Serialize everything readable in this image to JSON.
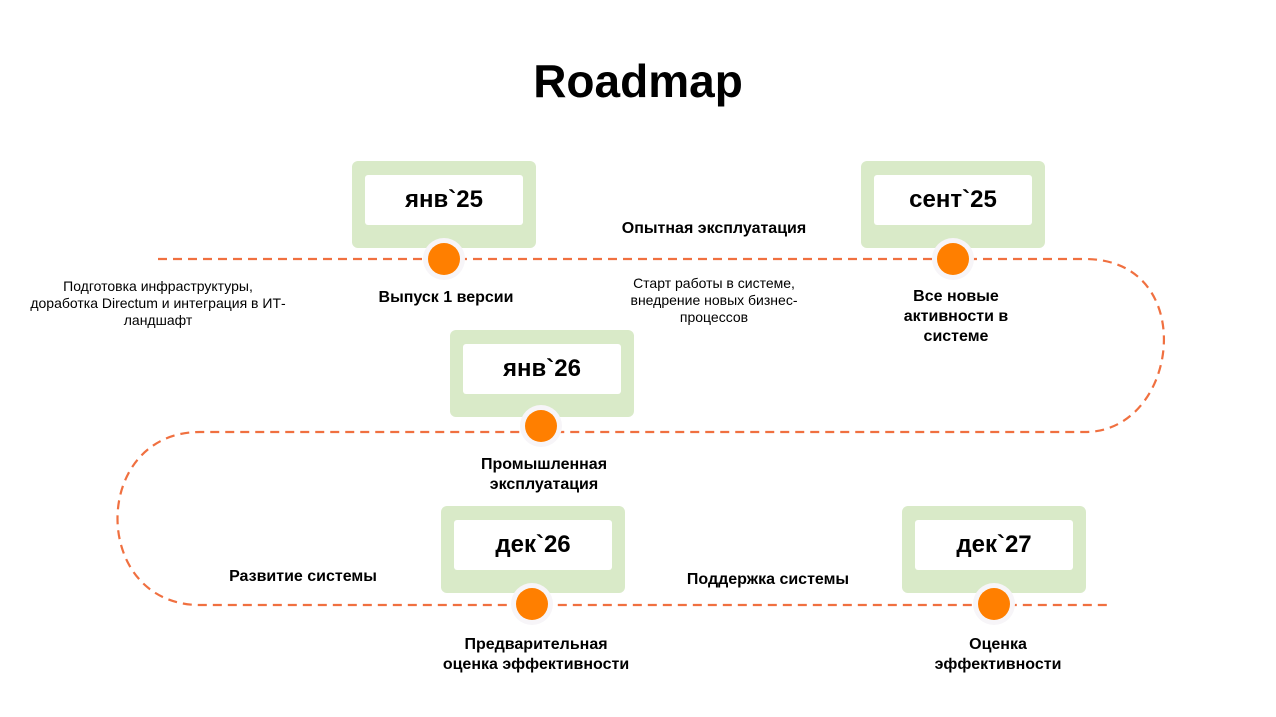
{
  "title": "Roadmap",
  "colors": {
    "path": "#f07040",
    "dot": "#ff7f00",
    "box": "#d9eac8"
  },
  "milestones": [
    {
      "date": "янв`25",
      "label": "Выпуск 1 версии"
    },
    {
      "date": "сент`25",
      "label": "Все новые активности в системе"
    },
    {
      "date": "янв`26",
      "label": "Промышленная эксплуатация"
    },
    {
      "date": "дек`26",
      "label": "Предварительная оценка эффективности"
    },
    {
      "date": "дек`27",
      "label": "Оценка эффективности"
    }
  ],
  "phases": [
    {
      "name": "Опытная эксплуатация"
    },
    {
      "name": "Развитие системы"
    },
    {
      "name": "Поддержка системы"
    }
  ],
  "notes": [
    "Подготовка инфраструктуры, доработка Directum и интеграция в ИТ-ландшафт",
    "Старт работы в системе, внедрение новых бизнес-процессов"
  ]
}
